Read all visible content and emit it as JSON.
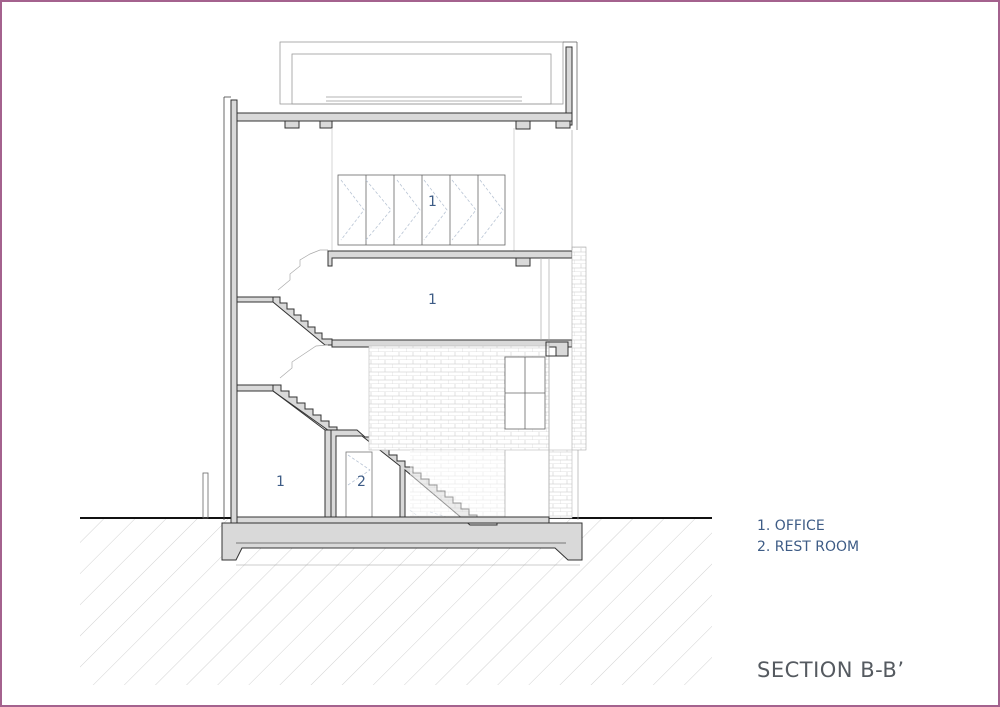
{
  "colors": {
    "frame": "#a4628e",
    "label": "#3e5c86",
    "title": "#555a60",
    "line": "#333333"
  },
  "room_labels": {
    "office": "1",
    "rest_room": "2"
  },
  "legend": {
    "item1": "1. OFFICE",
    "item2": "2. REST ROOM"
  },
  "title": "SECTION B-B’"
}
